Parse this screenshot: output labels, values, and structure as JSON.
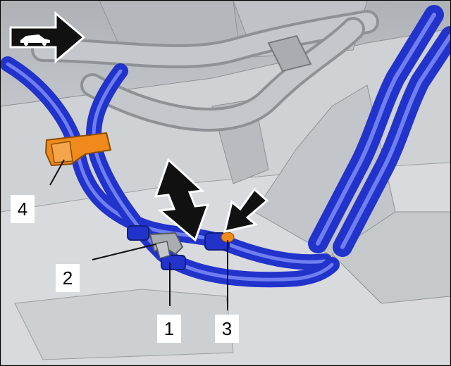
{
  "colors": {
    "hose": "#2233cc",
    "hose_highlight": "#6f7ff0",
    "clip": "#f08a1c",
    "metal": "#c4c7cb",
    "metal_dark": "#8e9296",
    "arrow": "#111111"
  },
  "icons": {
    "direction": "car-forward-arrow-icon",
    "movement": "double-headed-arrow-icon",
    "pointer": "pointer-arrow-icon"
  },
  "callouts": [
    {
      "id": "1",
      "label": "1"
    },
    {
      "id": "2",
      "label": "2"
    },
    {
      "id": "3",
      "label": "3"
    },
    {
      "id": "4",
      "label": "4"
    }
  ]
}
